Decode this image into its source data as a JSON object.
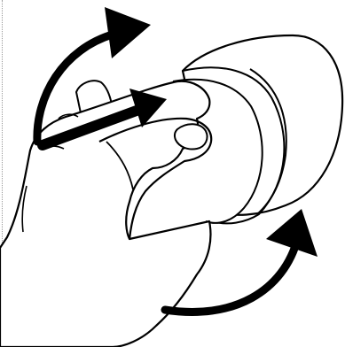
{
  "colors": {
    "background": "#ffffff",
    "line": "#000000",
    "guide": "#9a9a9a"
  },
  "illustration": {
    "subject": "hand-rotating-cup",
    "arrows": [
      "curved-arrow-top",
      "straight-arrow-middle",
      "curved-arrow-bottom"
    ]
  }
}
